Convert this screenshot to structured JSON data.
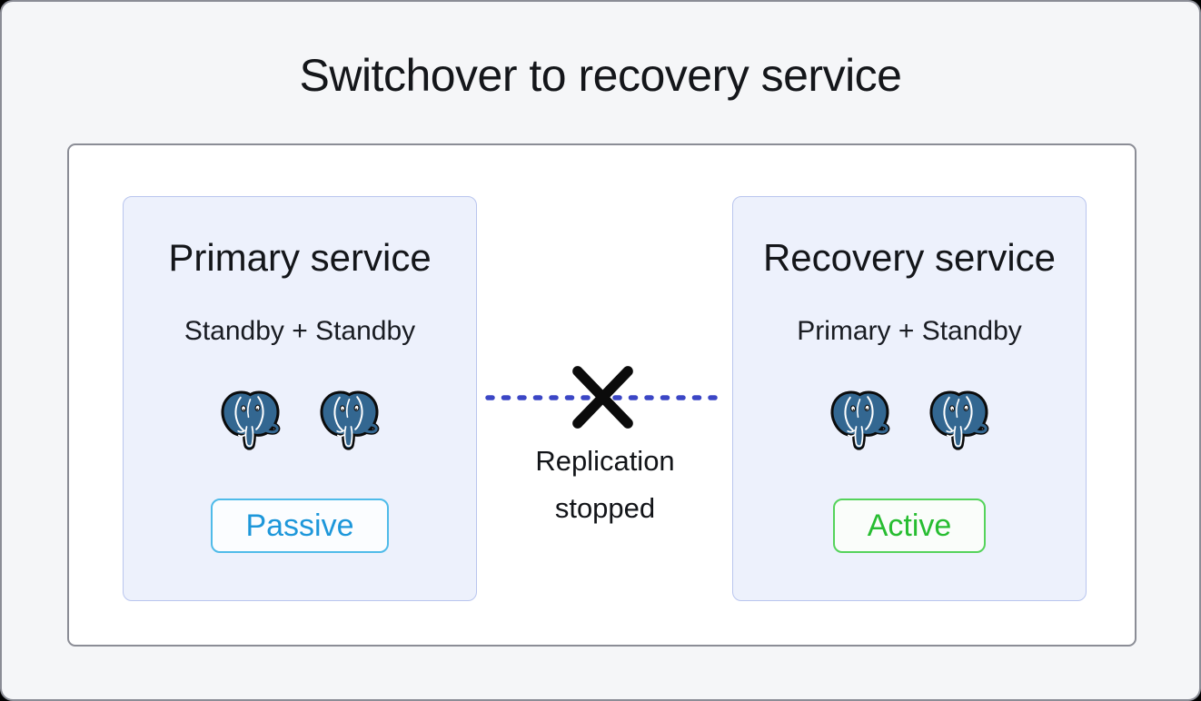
{
  "title": "Switchover to recovery service",
  "colors": {
    "page_bg": "#f5f6f8",
    "frame_border": "#8b8d96",
    "panel_bg": "#ffffff",
    "card_bg": "#edf1fc",
    "card_border": "#b9c5ee",
    "link_blue": "#3b46c5",
    "x_mark": "#0b0b0b",
    "passive_text": "#1d97da",
    "passive_border": "#4fbbe9",
    "passive_bg": "#fbfdff",
    "active_text": "#27bd31",
    "active_border": "#55d35b",
    "active_bg": "#fafdfa",
    "elephant_blue": "#336791",
    "text_dark": "#14161a"
  },
  "services": [
    {
      "title": "Primary service",
      "subtitle": "Standby + Standby",
      "status": "Passive",
      "status_kind": "passive",
      "nodes": [
        "postgresql",
        "postgresql"
      ]
    },
    {
      "title": "Recovery service",
      "subtitle": "Primary + Standby",
      "status": "Active",
      "status_kind": "active",
      "nodes": [
        "postgresql",
        "postgresql"
      ]
    }
  ],
  "link": {
    "type": "dashed-broken",
    "label": [
      "Replication",
      "stopped"
    ]
  }
}
